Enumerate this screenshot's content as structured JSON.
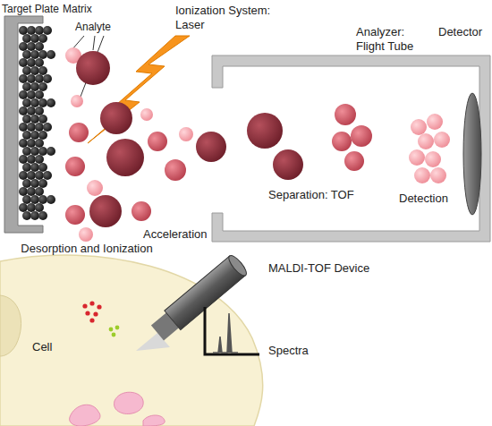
{
  "diagram": {
    "labels": [
      "Target Plate",
      "Matrix",
      "Analyte",
      "Ionization System: Laser",
      "Analyzer: Flight Tube",
      "Detector",
      "Acceleration",
      "Separation: TOF",
      "Detection",
      "Desorption and Ionization",
      "MALDI-TOF Device",
      "Cell",
      "Spectra"
    ]
  }
}
